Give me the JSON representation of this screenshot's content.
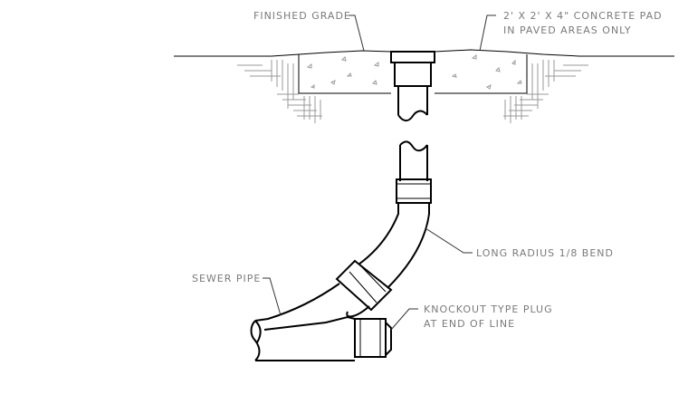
{
  "labels": {
    "finished_grade": "FINISHED GRADE",
    "pad_line1": "2' X 2' X 4\" CONCRETE PAD",
    "pad_line2": "IN PAVED AREAS ONLY",
    "bend": "LONG RADIUS 1/8 BEND",
    "sewer_pipe": "SEWER PIPE",
    "plug_line1": "KNOCKOUT TYPE PLUG",
    "plug_line2": "AT END OF LINE"
  }
}
